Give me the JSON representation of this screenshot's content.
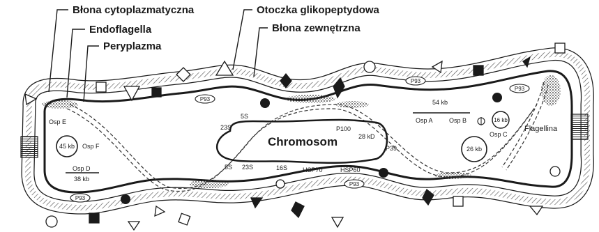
{
  "callouts": {
    "cytoplasmic_membrane": "Błona cytoplazmatyczna",
    "endoflagella": "Endoflagella",
    "periplasm": "Peryplazma",
    "glycopeptide_layer": "Otoczka glikopeptydowa",
    "outer_membrane": "Błona zewnętrzna"
  },
  "chromosome": {
    "label": "Chromosom",
    "genes": {
      "s5_top": "5S",
      "s23_top": "23S",
      "p100": "P100",
      "kd28": "28 kD",
      "p39": "P39",
      "s5_bottom": "5S",
      "s23_bottom": "23S",
      "s16": "16S",
      "hsp70": "HSP70",
      "hsp60": "HSP60"
    }
  },
  "plasmids": {
    "kb45": {
      "size": "45 kb",
      "gene_left": "Osp E",
      "gene_right": "Osp F"
    },
    "kb38": {
      "gene": "Osp D",
      "size": "38 kb"
    },
    "kb54": {
      "size": "54 kb",
      "gene_a": "Osp A",
      "gene_b": "Osp B"
    },
    "kb16": {
      "size": "16 kb",
      "gene": "Osp C"
    },
    "kb26": {
      "size": "26 kb"
    }
  },
  "surface": {
    "p93": "P93"
  },
  "flagellin": "Flagellina",
  "colors": {
    "ink": "#1a1a1a",
    "paper": "#ffffff",
    "hatch": "#555555"
  }
}
